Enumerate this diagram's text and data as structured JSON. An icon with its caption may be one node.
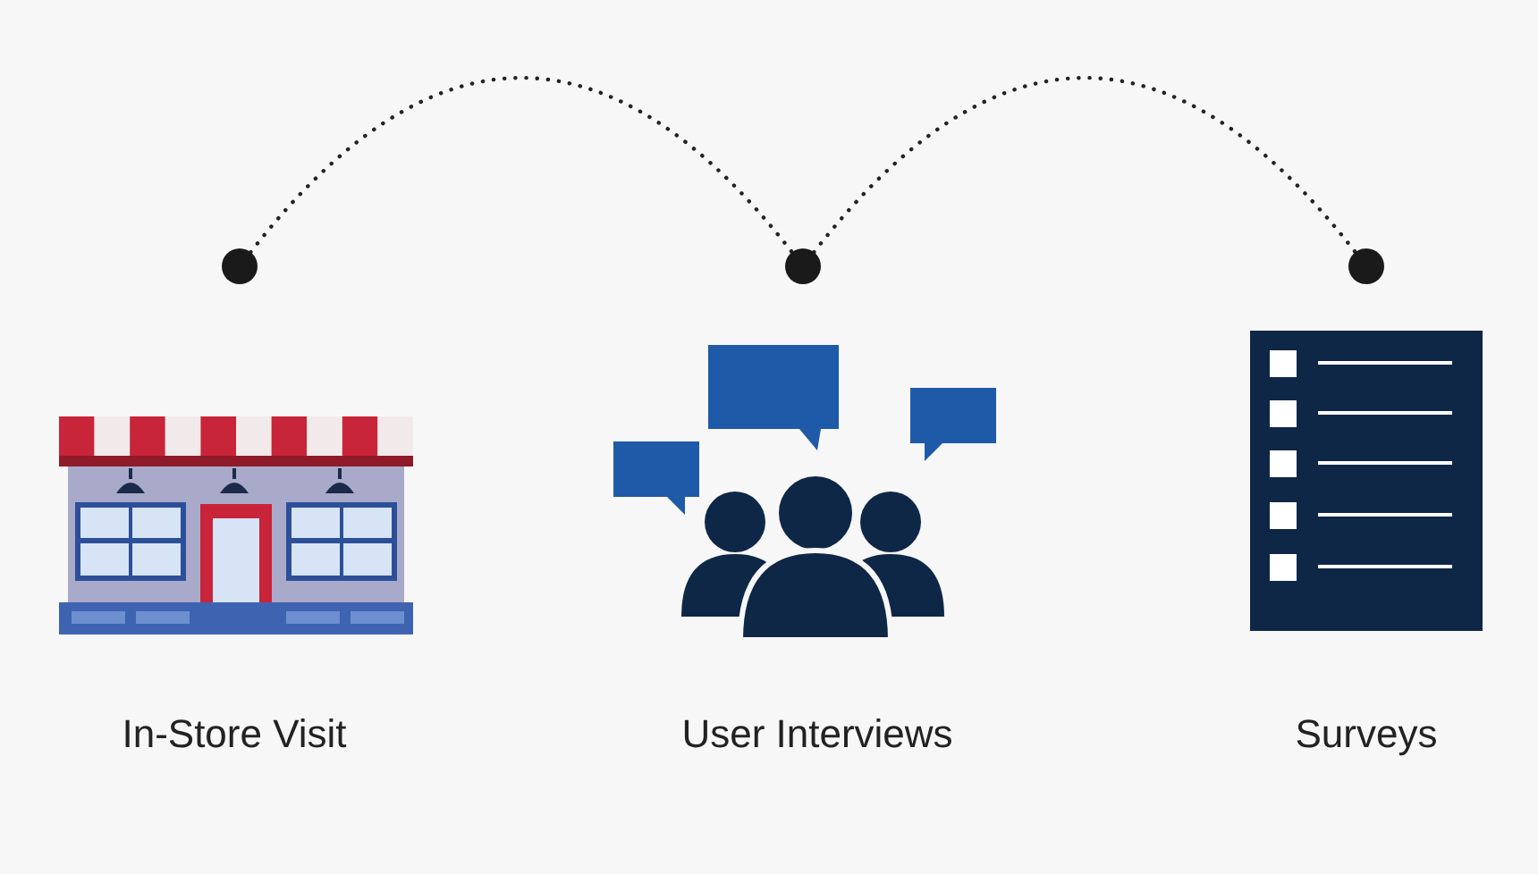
{
  "diagram": {
    "nodes": [
      {
        "text": [],
        "shape": "circle"
      },
      {
        "text": [],
        "shape": "circle"
      },
      {
        "text": [],
        "shape": "circle"
      }
    ],
    "edges": [
      {
        "from": 0,
        "to": 1,
        "arrow": "none",
        "style": "dashed"
      },
      {
        "from": 1,
        "to": 2,
        "arrow": "none",
        "style": "dashed"
      }
    ],
    "labels": [
      "In-Store Visit",
      "User Interviews",
      "Surveys"
    ]
  }
}
